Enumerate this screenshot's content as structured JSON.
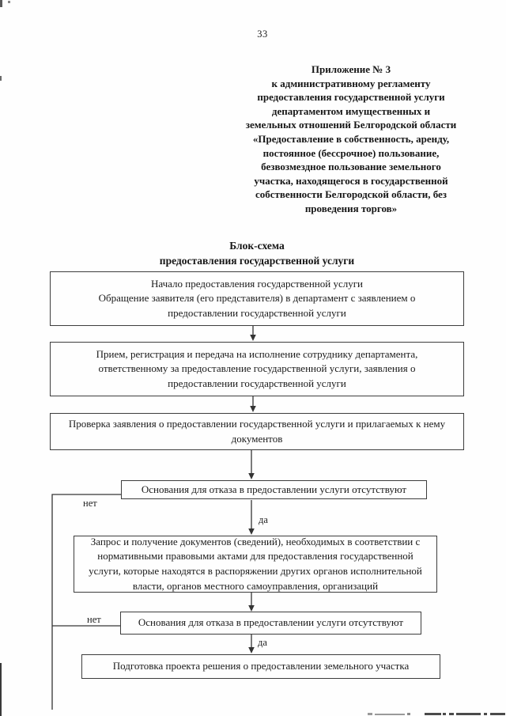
{
  "page": {
    "number": "33"
  },
  "header": {
    "lines": [
      "Приложение № 3",
      "к административному регламенту",
      "предоставления государственной услуги",
      "департаментом имущественных и",
      "земельных отношений Белгородской области",
      "«Предоставление в собственность, аренду,",
      "постоянное (бессрочное) пользование,",
      "безвозмездное пользование земельного",
      "участка, находящегося в государственной",
      "собственности Белгородской области, без",
      "проведения торгов»"
    ]
  },
  "flowchart": {
    "title_lines": [
      "Блок-схема",
      "предоставления государственной услуги"
    ],
    "nodes": [
      {
        "id": "start",
        "lines": [
          "Начало предоставления государственной услуги",
          "Обращение заявителя (его представителя) в департамент с заявлением о предоставлении государственной услуги"
        ]
      },
      {
        "id": "intake",
        "text": "Прием, регистрация и передача на исполнение сотруднику департамента, ответственному за предоставление государственной услуги, заявления о предоставлении государственной услуги"
      },
      {
        "id": "check",
        "text": "Проверка заявления о предоставлении государственной услуги и прилагаемых к нему документов"
      },
      {
        "id": "decision-1",
        "text": "Основания для отказа в предоставлении услуги отсутствуют"
      },
      {
        "id": "request-docs",
        "text": "Запрос и получение документов (сведений), необходимых в соответствии с нормативными правовыми актами для предоставления государственной услуги, которые находятся в распоряжении других органов исполнительной власти, органов местного самоуправления, организаций"
      },
      {
        "id": "decision-2",
        "text": "Основания для отказа в предоставлении услуги отсутствуют"
      },
      {
        "id": "prepare-draft",
        "text": "Подготовка проекта решения о предоставлении земельного участка"
      }
    ],
    "edge_labels": {
      "yes": "да",
      "no": "нет"
    }
  },
  "colors": {
    "ink": "#1a1a1a",
    "border": "#3d3d3d",
    "paper": "#fefefe"
  }
}
